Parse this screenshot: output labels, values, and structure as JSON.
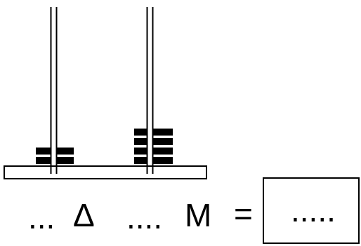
{
  "abacus": {
    "rods": [
      {
        "place": "tens",
        "beads": 2
      },
      {
        "place": "units",
        "beads": 4
      }
    ],
    "colors": {
      "frame": "#000000",
      "bead": "#000000",
      "background": "#ffffff"
    }
  },
  "equation": {
    "blank_tens": "...",
    "symbol_tens": "Δ",
    "blank_units": "....",
    "symbol_units": "M",
    "equals": "=",
    "answer_placeholder": "....."
  }
}
